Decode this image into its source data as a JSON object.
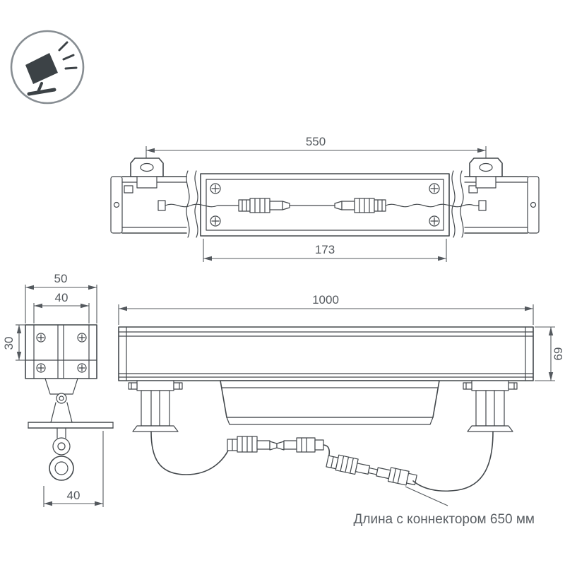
{
  "page": {
    "background": "#ffffff",
    "line_color": "#43484c",
    "dimension_text_color": "#54595e"
  },
  "icon": {
    "name": "floodlight-projector-icon"
  },
  "views": {
    "top": {
      "dim_550": "550",
      "dim_173": "173"
    },
    "side": {
      "dim_50": "50",
      "dim_40_top": "40",
      "dim_30": "30",
      "dim_40_bottom": "40"
    },
    "front": {
      "dim_1000": "1000",
      "dim_69": "69"
    }
  },
  "caption": {
    "text": "Длина с коннектором 650 мм"
  }
}
